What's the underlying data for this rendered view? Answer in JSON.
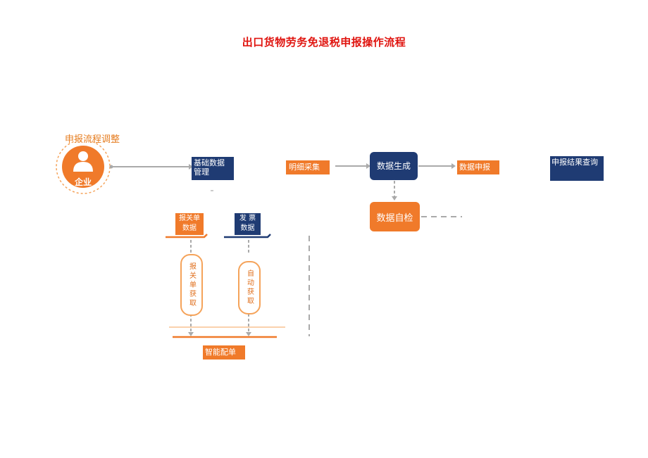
{
  "title": "出口货物劳务免退税申报操作流程",
  "subtitle": "申报流程调整",
  "enterprise": {
    "label": "企业"
  },
  "nodes": {
    "basic_data": "基础数据\n管理",
    "detail_collect": "明细采集",
    "data_generate": "数据生成",
    "data_declare": "数据申报",
    "result_query": "申报结果查询",
    "self_check": "数据自检",
    "customs_data": "报关单\n数据",
    "invoice_data": "发 票\n数据",
    "customs_fetch": "报关单获取",
    "auto_fetch": "自动获取",
    "smart_match": "智能配单"
  },
  "colors": {
    "navy": "#1f3b73",
    "orange": "#f07a2a",
    "title_red": "#e0140f"
  }
}
